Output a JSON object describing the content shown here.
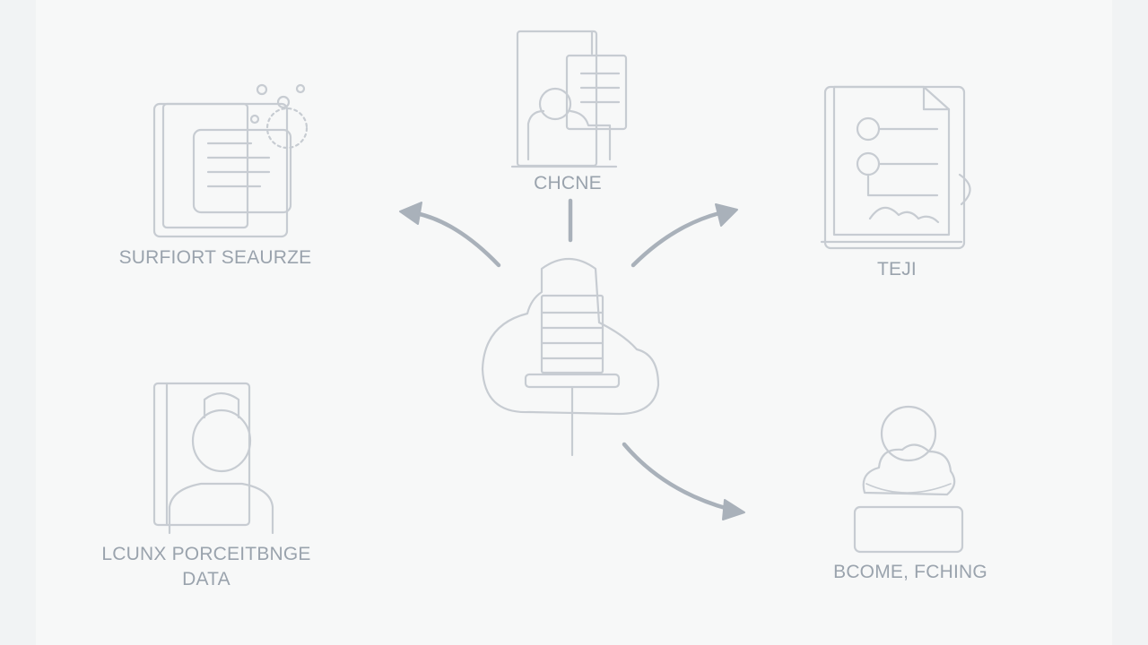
{
  "nodes": {
    "top": {
      "label": "CHCNE",
      "icon": "document-person-icon"
    },
    "top_left": {
      "label": "SURFIORT SEAURZE",
      "icon": "stacked-documents-icon"
    },
    "top_right": {
      "label": "TEJI",
      "icon": "document-list-icon"
    },
    "bottom_left": {
      "label_line1": "LCUNX PORCEITBNGE",
      "label_line2": "DATA",
      "icon": "person-profile-icon"
    },
    "bottom_right": {
      "label": "BCOME, FCHING",
      "icon": "cloud-box-icon"
    },
    "center": {
      "icon": "cloud-database-icon"
    }
  },
  "colors": {
    "background": "#f7f8f8",
    "line": "#c7ccd2",
    "arrow": "#a9b1ba",
    "text": "#9aa3ad"
  }
}
